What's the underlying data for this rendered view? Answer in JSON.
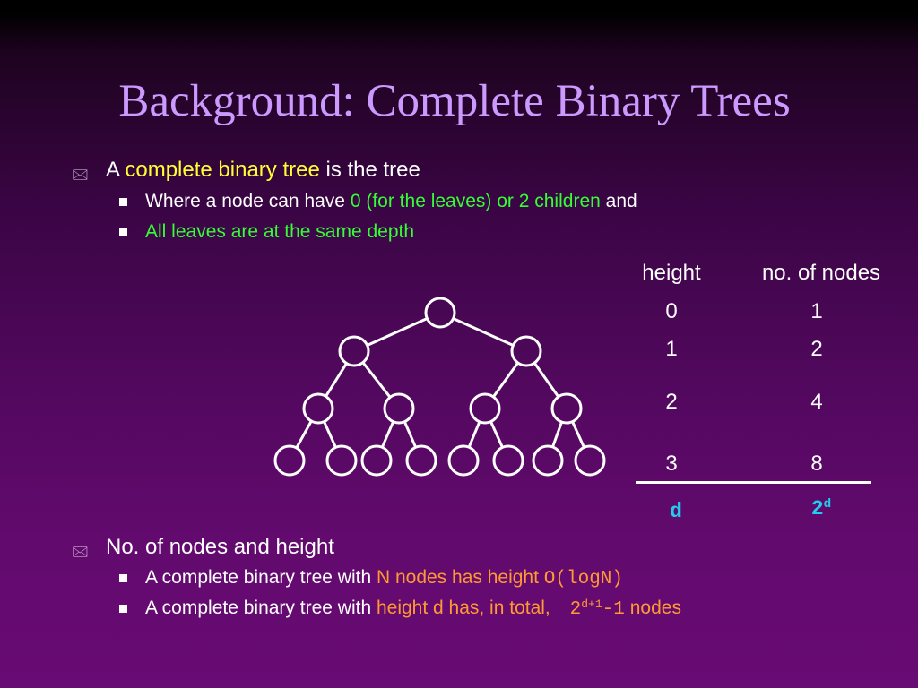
{
  "title": "Background: Complete Binary Trees",
  "bullet1": {
    "prefix": "A",
    "highlight": "complete binary tree",
    "suffix": "is the tree",
    "sub1": {
      "prefix": "Where a node can have",
      "highlight": "0 (for the leaves) or 2 children",
      "suffix": "and"
    },
    "sub2": {
      "highlight": "All leaves are at the same depth"
    }
  },
  "table": {
    "col_height": "height",
    "col_nodes": "no. of nodes",
    "rows": [
      {
        "height": "0",
        "nodes": "1"
      },
      {
        "height": "1",
        "nodes": "2"
      },
      {
        "height": "2",
        "nodes": "4"
      },
      {
        "height": "3",
        "nodes": "8"
      }
    ],
    "formula_height": "d",
    "formula_nodes_base": "2",
    "formula_nodes_exp": "d"
  },
  "bullet2": {
    "text": "No. of nodes and height",
    "sub1": {
      "prefix": "A complete binary tree with",
      "highlight": "N nodes has height",
      "code": "O(logN)"
    },
    "sub2": {
      "prefix": "A complete binary tree with",
      "highlight": "height d has, in total,",
      "code_base": "2",
      "code_exp": "d+1",
      "code_suffix": "-1",
      "suffix": "nodes"
    }
  },
  "colors": {
    "title": "#cc99ff",
    "yellow_highlight": "#ffff33",
    "green_highlight": "#33ff33",
    "orange_highlight": "#ff9933",
    "formula": "#22ccee"
  },
  "icons": {
    "level1_bullet": "envelope-icon",
    "level2_bullet": "square-bullet-icon"
  }
}
